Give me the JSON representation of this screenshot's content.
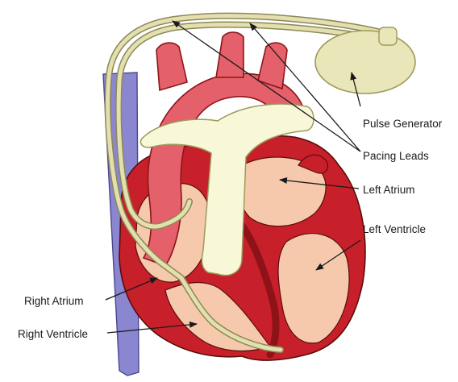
{
  "labels": {
    "pulse_generator": "Pulse Generator",
    "pacing_leads": "Pacing Leads",
    "left_atrium": "Left Atrium",
    "left_ventricle": "Left Ventricle",
    "right_atrium": "Right Atrium",
    "right_ventricle": "Right Ventricle"
  },
  "colors": {
    "myocardium": "#c8202a",
    "chamber": "#f6c9ad",
    "aorta": "#e4606a",
    "pulmonary_artery": "#f8f7d8",
    "vena_cava": "#8a86cf",
    "lead": "#d9d4a0",
    "generator": "#e9e6b9"
  }
}
